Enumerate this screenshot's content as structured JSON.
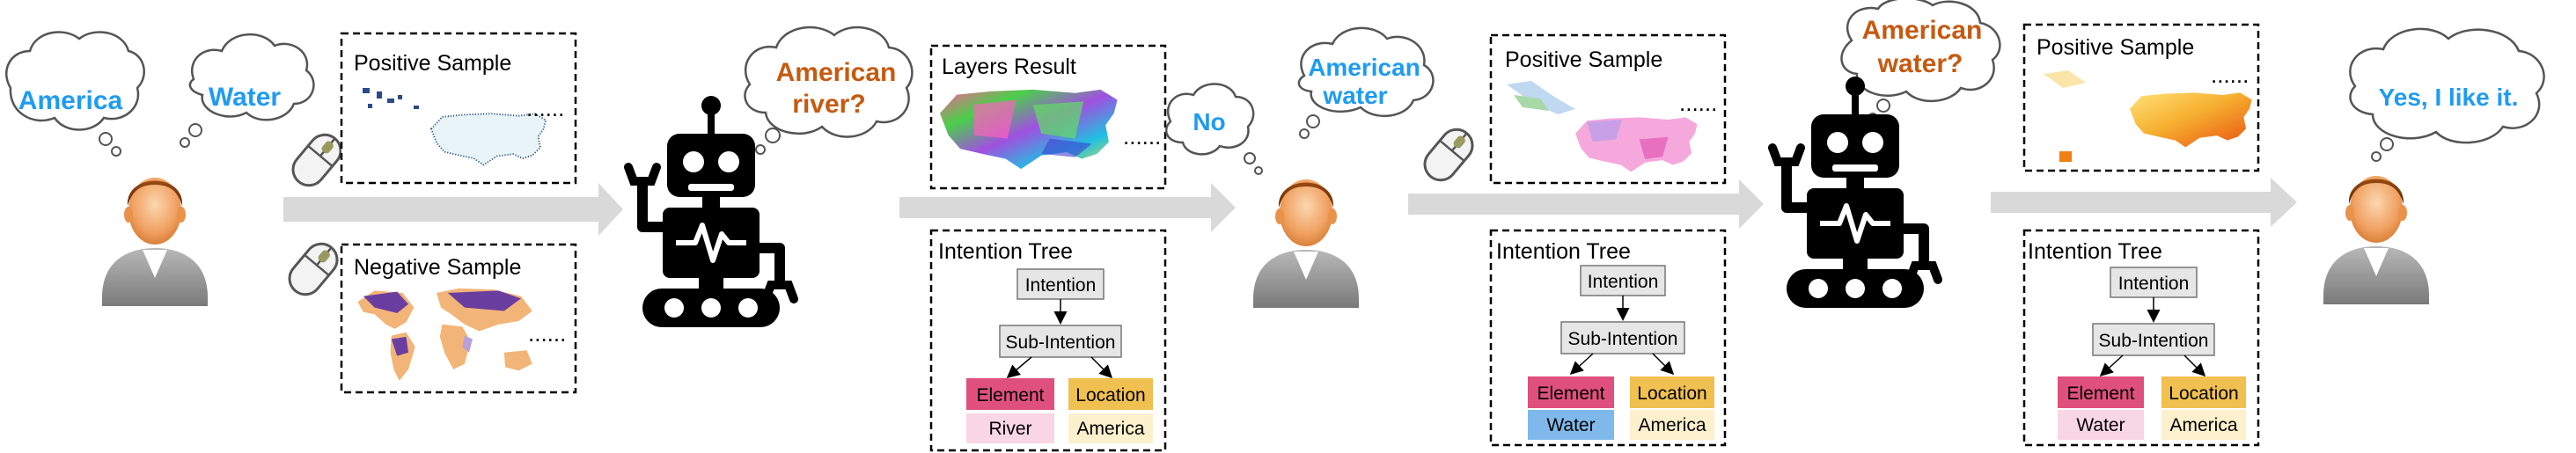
{
  "colors": {
    "question_text": "#c55a11",
    "speech_text": "#1f9bf0",
    "arrow": "#d9d9d9",
    "element_fill": "#e0507f",
    "location_fill": "#f0c050",
    "river_fill": "#f9d6e4",
    "water_fill": "#7fb8ea",
    "america_fill": "#fdf0cc",
    "node_fill": "#e6e6e6",
    "robot": "#000000"
  },
  "icons": [
    "user-icon",
    "robot-icon",
    "mouse-icon",
    "arrow-right-icon",
    "thought-bubble-icon"
  ],
  "user1": {
    "thought_a": "America",
    "thought_b": "Water"
  },
  "panel1": {
    "positive_title": "Positive Sample",
    "negative_title": "Negative Sample",
    "ellipsis": "......"
  },
  "robot1": {
    "question": [
      "American",
      "river?"
    ]
  },
  "panel2": {
    "layers_title": "Layers Result",
    "ellipsis": "......",
    "tree_title": "Intention Tree",
    "nodes": {
      "intention": "Intention",
      "sub_intention": "Sub-Intention",
      "element": "Element",
      "location": "Location",
      "element_value": "River",
      "location_value": "America"
    }
  },
  "user2": {
    "reply": "No",
    "thought": [
      "American",
      "water"
    ]
  },
  "panel3": {
    "positive_title": "Positive Sample",
    "ellipsis": "......",
    "tree_title": "Intention Tree",
    "nodes": {
      "intention": "Intention",
      "sub_intention": "Sub-Intention",
      "element": "Element",
      "location": "Location",
      "element_value": "Water",
      "location_value": "America"
    }
  },
  "robot2": {
    "question": [
      "American",
      "water?"
    ]
  },
  "panel4": {
    "positive_title": "Positive Sample",
    "ellipsis": "......",
    "tree_title": "Intention Tree",
    "nodes": {
      "intention": "Intention",
      "sub_intention": "Sub-Intention",
      "element": "Element",
      "location": "Location",
      "element_value": "Water",
      "location_value": "America"
    }
  },
  "user3": {
    "thought": "Yes, I like it."
  }
}
